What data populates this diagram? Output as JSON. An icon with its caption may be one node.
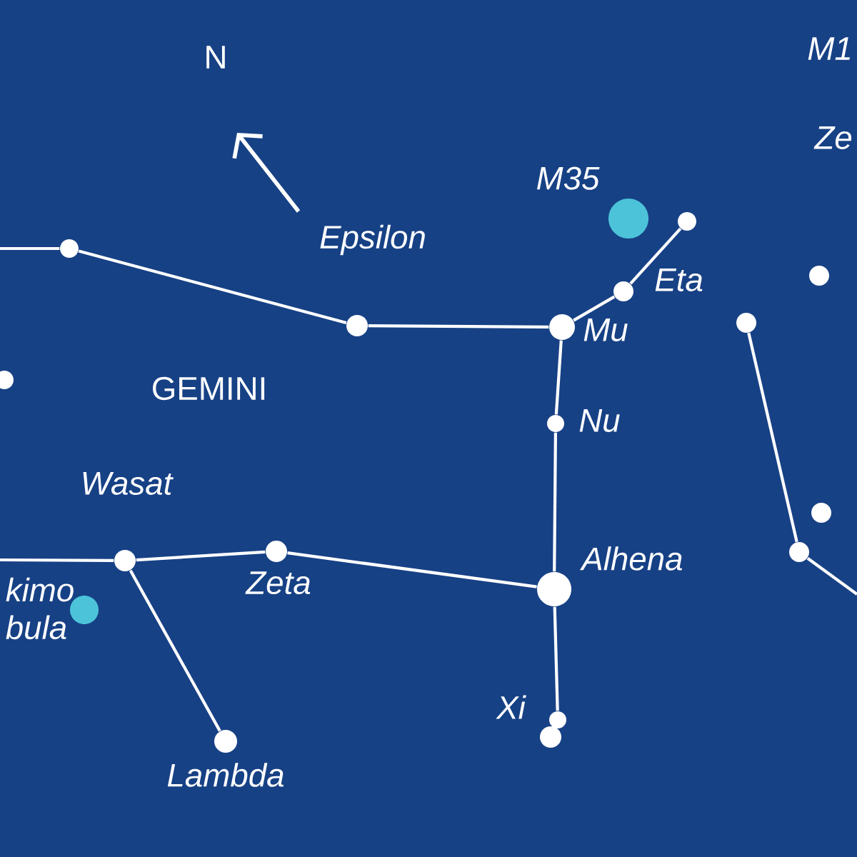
{
  "diagram": {
    "nodes": [
      {
        "text": [],
        "shape": "circle"
      },
      {
        "text": [],
        "shape": "circle"
      },
      {
        "text": [],
        "shape": "circle",
        "beside": [
          "Mu"
        ]
      },
      {
        "text": [],
        "shape": "circle",
        "beside": [
          "Eta"
        ]
      },
      {
        "text": [],
        "shape": "circle"
      },
      {
        "text": [],
        "shape": "circle",
        "beside": [
          "M35"
        ]
      },
      {
        "text": [],
        "shape": "circle",
        "beside": [
          "Nu"
        ]
      },
      {
        "text": [],
        "shape": "circle",
        "beside": [
          "Alhena"
        ]
      },
      {
        "text": [],
        "shape": "circle",
        "beside": [
          "Xi"
        ]
      },
      {
        "text": [],
        "shape": "circle"
      },
      {
        "text": [],
        "shape": "circle",
        "beside": [
          "Zeta"
        ]
      },
      {
        "text": [],
        "shape": "circle"
      },
      {
        "text": [],
        "shape": "circle",
        "beside": [
          "Lambda"
        ]
      },
      {
        "text": [],
        "shape": "circle",
        "beside": [
          "kimo bula"
        ]
      },
      {
        "text": [],
        "shape": "circle"
      },
      {
        "text": [],
        "shape": "circle"
      },
      {
        "text": [],
        "shape": "circle"
      },
      {
        "text": [],
        "shape": "circle"
      },
      {
        "text": [],
        "shape": "circle"
      }
    ],
    "edges": [
      {
        "from": null,
        "to": 0,
        "arrow": "none"
      },
      {
        "from": 0,
        "to": 1,
        "arrow": "none"
      },
      {
        "from": 1,
        "to": 2,
        "arrow": "none"
      },
      {
        "from": 2,
        "to": 3,
        "arrow": "none"
      },
      {
        "from": 3,
        "to": 4,
        "arrow": "none"
      },
      {
        "from": 2,
        "to": 6,
        "arrow": "none"
      },
      {
        "from": 6,
        "to": 7,
        "arrow": "none"
      },
      {
        "from": 7,
        "to": 8,
        "arrow": "none"
      },
      {
        "from": 10,
        "to": 7,
        "arrow": "none"
      },
      {
        "from": 11,
        "to": 10,
        "arrow": "none"
      },
      {
        "from": null,
        "to": 11,
        "arrow": "none"
      },
      {
        "from": 11,
        "to": 12,
        "arrow": "none"
      },
      {
        "from": 16,
        "to": 18,
        "arrow": "none"
      },
      {
        "from": 18,
        "to": null,
        "arrow": "none"
      }
    ],
    "labels": [
      "M1",
      "N",
      "Ze",
      "Epsilon",
      "GEMINI",
      "Wasat"
    ]
  }
}
